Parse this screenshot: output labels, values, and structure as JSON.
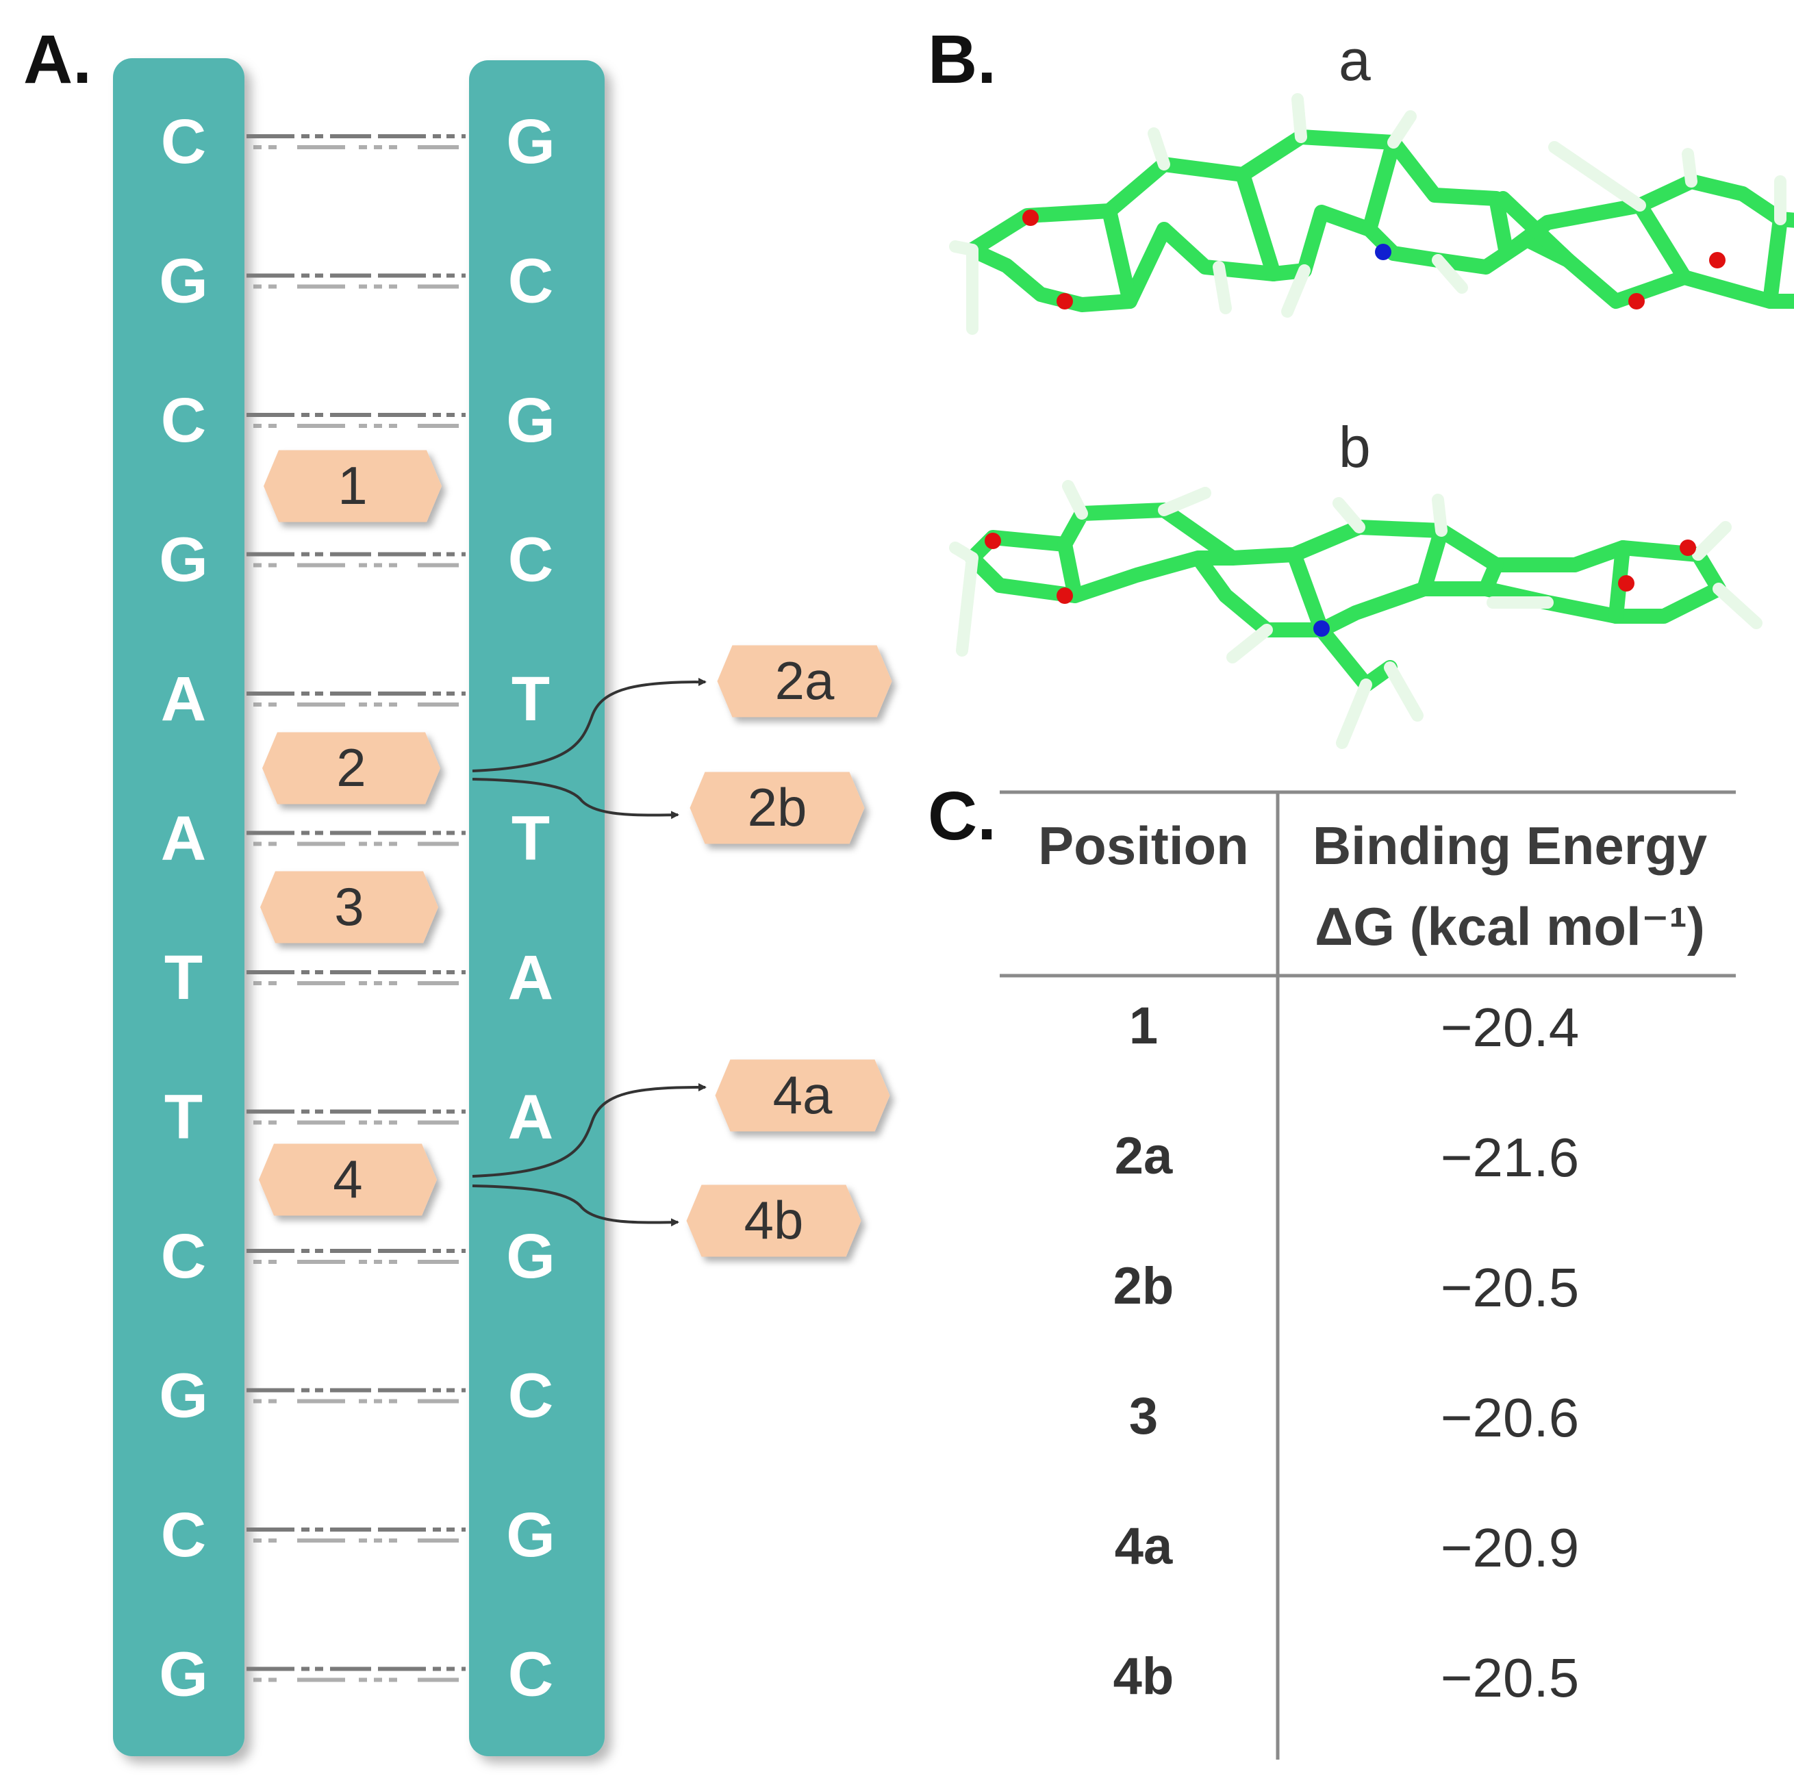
{
  "panels": {
    "a": "A.",
    "b": "B.",
    "c": "C."
  },
  "dna": {
    "left_strand": [
      "C",
      "G",
      "C",
      "G",
      "A",
      "A",
      "T",
      "T",
      "C",
      "G",
      "C",
      "G"
    ],
    "right_strand": [
      "G",
      "C",
      "G",
      "C",
      "T",
      "T",
      "A",
      "A",
      "G",
      "C",
      "G",
      "C"
    ],
    "strand_color": "#52b5b0",
    "letter_color": "#ffffff"
  },
  "sites": [
    {
      "label": "1",
      "after_pair": 3
    },
    {
      "label": "2",
      "after_pair": 4.5
    },
    {
      "label": "3",
      "after_pair": 5.5
    },
    {
      "label": "4",
      "after_pair": 8.5
    }
  ],
  "branch_labels": [
    {
      "from": "2",
      "labels": [
        "2a",
        "2b"
      ]
    },
    {
      "from": "4",
      "labels": [
        "4a",
        "4b"
      ]
    }
  ],
  "tag_color": "#f8cba8",
  "structures": {
    "sub_a": "a",
    "sub_b": "b",
    "bond_color": "#33e05a",
    "oxygen_color": "#e01010",
    "nitrogen_color": "#1020d0"
  },
  "table": {
    "header_position": "Position",
    "header_energy_line1": "Binding Energy",
    "header_energy_line2": "ΔG (kcal mol⁻¹)",
    "rows": [
      {
        "position": "1",
        "energy": "−20.4"
      },
      {
        "position": "2a",
        "energy": "−21.6"
      },
      {
        "position": "2b",
        "energy": "−20.5"
      },
      {
        "position": "3",
        "energy": "−20.6"
      },
      {
        "position": "4a",
        "energy": "−20.9"
      },
      {
        "position": "4b",
        "energy": "−20.5"
      }
    ]
  }
}
